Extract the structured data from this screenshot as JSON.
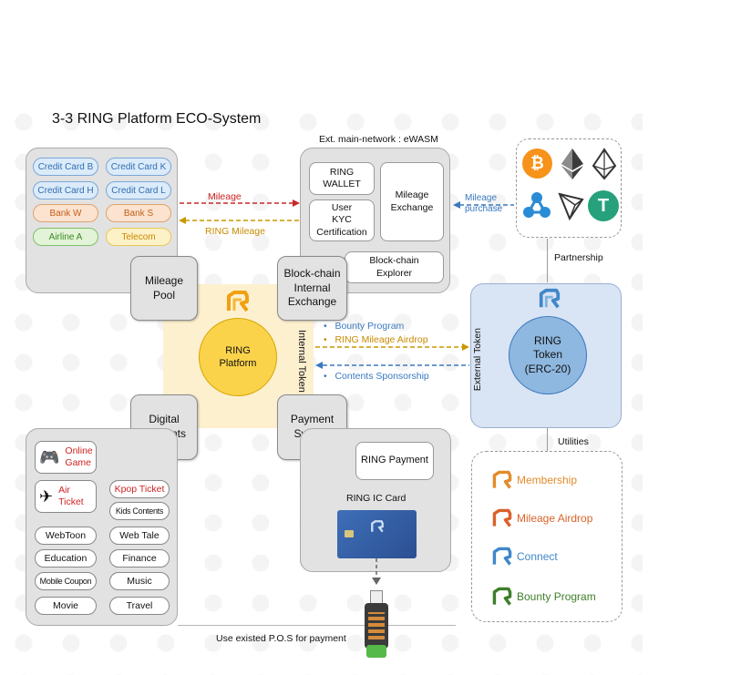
{
  "title": "3-3  RING Platform ECO-System",
  "ewasm_label": "Ext. main-network : eWASM",
  "ewasm": {
    "wallet": "RING\nWALLET",
    "kyc": "User\nKYC\nCertification",
    "mileage_exchange": "Mileage\nExchange",
    "explorer": "Block-chain\nExplorer"
  },
  "partners": [
    {
      "label": "Credit Card B",
      "style": "blue"
    },
    {
      "label": "Credit Card K",
      "style": "blue"
    },
    {
      "label": "Credit Card H",
      "style": "blue"
    },
    {
      "label": "Credit Card L",
      "style": "blue"
    },
    {
      "label": "Bank W",
      "style": "orange"
    },
    {
      "label": "Bank S",
      "style": "orange"
    },
    {
      "label": "Airline A",
      "style": "green"
    },
    {
      "label": "Telecom",
      "style": "yellow"
    }
  ],
  "arrows": {
    "mileage": "Mileage",
    "ring_mileage": "RING Mileage",
    "mileage_purchase": "Mileage\npurchase",
    "bounty": "Bounty Program",
    "airdrop": "RING Mileage Airdrop",
    "sponsorship": "Contents Sponsorship"
  },
  "core": {
    "mileage_pool": "Mileage\nPool",
    "internal_exchange": "Block-chain\nInternal\nExchange",
    "digital_contents": "Digital\nContents",
    "payment_system": "Payment\nSystem",
    "ring_platform": "RING\nPlatform",
    "internal_token": "Internal Token"
  },
  "token": {
    "name": "RING\nToken\n(ERC-20)",
    "external_token": "External Token",
    "partnership": "Partnership",
    "utilities": "Utilities"
  },
  "crypto_icons": [
    "bitcoin-icon",
    "ethereum-icon",
    "aeternity-icon",
    "ripple-icon",
    "tron-icon",
    "tether-icon"
  ],
  "contents": [
    {
      "label": "Online\nGame",
      "style": "red",
      "icon": "gamepad-icon"
    },
    {
      "label": "Air\nTicket",
      "style": "red",
      "icon": "airplane-icon"
    },
    {
      "label": "Kpop Ticket",
      "style": "red"
    },
    {
      "label": "Kids Contents",
      "style": "plain"
    },
    {
      "label": "WebToon",
      "style": "plain"
    },
    {
      "label": "Web Tale",
      "style": "plain"
    },
    {
      "label": "Education",
      "style": "plain"
    },
    {
      "label": "Finance",
      "style": "plain"
    },
    {
      "label": "Mobile Coupon",
      "style": "plain"
    },
    {
      "label": "Music",
      "style": "plain"
    },
    {
      "label": "Movie",
      "style": "plain"
    },
    {
      "label": "Travel",
      "style": "plain"
    }
  ],
  "payment": {
    "ring_payment": "RING Payment",
    "ic_card": "RING IC Card",
    "pos": "Use existed P.O.S for payment"
  },
  "utilities": [
    {
      "label": "Membership",
      "color": "#e38b2c"
    },
    {
      "label": "Mileage Airdrop",
      "color": "#d9632a"
    },
    {
      "label": "Connect",
      "color": "#3f87c9"
    },
    {
      "label": "Bounty Program",
      "color": "#3f7f2a"
    }
  ],
  "colors": {
    "mileage_arrow": "#c62828",
    "ring_mileage_arrow": "#c99700",
    "purchase_arrow": "#3a78c0",
    "ring_circle": "#fbd34a",
    "token_circle": "#8fb8e0",
    "token_panel": "#d9e4f4"
  }
}
